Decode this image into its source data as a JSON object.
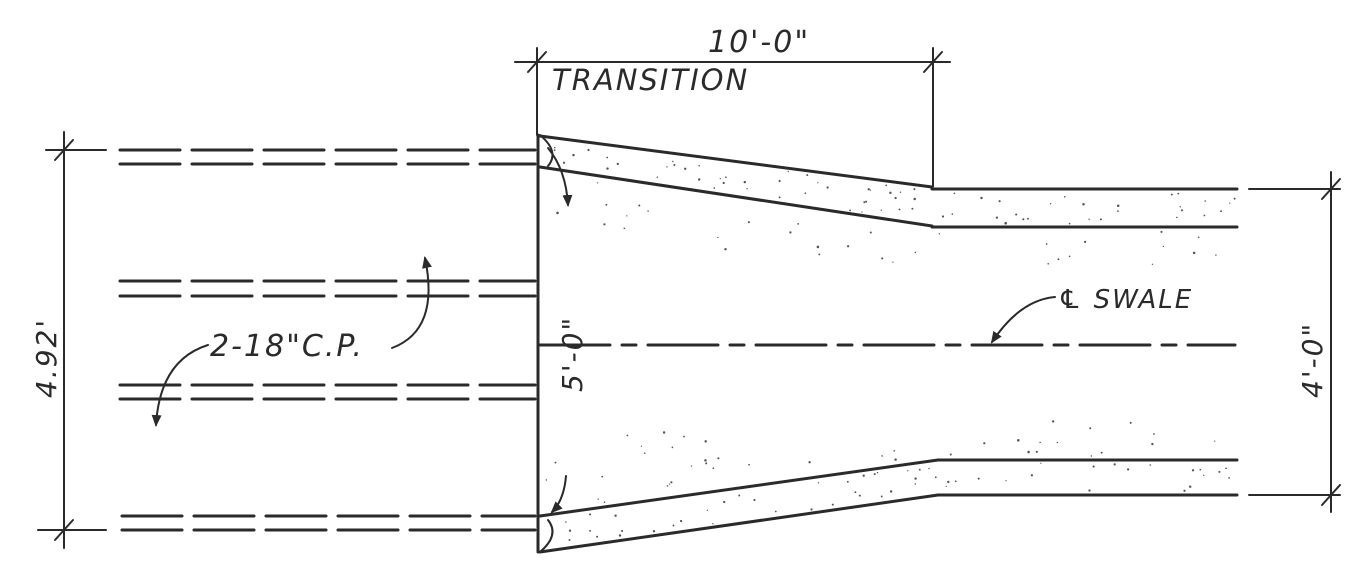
{
  "labels": {
    "transition_length": "10'-0\"",
    "transition": "TRANSITION",
    "left_width": "4.92'",
    "pipes": "2-18\"C.P.",
    "throat_width": "5'-0\"",
    "swale": "℄ SWALE",
    "swale_width": "4'-0\""
  },
  "colors": {
    "ink": "#2a2a2a",
    "paper": "#ffffff"
  }
}
